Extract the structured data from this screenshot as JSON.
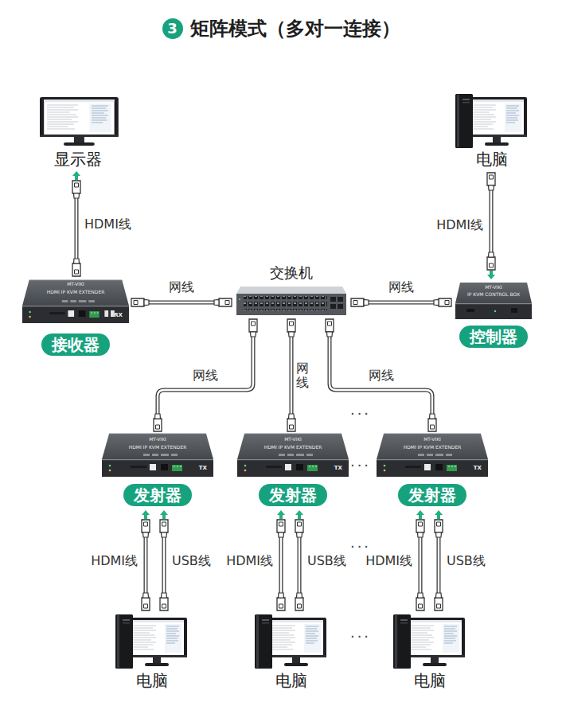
{
  "diagram": {
    "title": "矩阵模式（多对一连接）",
    "nodes": [
      {
        "text": [
          "显示器"
        ]
      },
      {
        "text": [
          "电脑"
        ]
      },
      {
        "text": [
          "交换机"
        ]
      },
      {
        "text": [
          "MT-VIKI",
          "HDMI IP KVM EXTENDER",
          "RX",
          "接收器"
        ]
      },
      {
        "text": [
          "MT-VIKI",
          "IP KVM CONTROL BOX",
          "控制器"
        ]
      },
      {
        "text": [
          "MT-VIKI",
          "HDMI IP KVM EXTENDER",
          "TX",
          "发射器"
        ]
      },
      {
        "text": [
          "MT-VIKI",
          "HDMI IP KVM EXTENDER",
          "TX",
          "发射器"
        ]
      },
      {
        "text": [
          "MT-VIKI",
          "HDMI IP KVM EXTENDER",
          "TX",
          "发射器"
        ]
      },
      {
        "text": [
          "电脑"
        ]
      },
      {
        "text": [
          "电脑"
        ]
      },
      {
        "text": [
          "电脑"
        ]
      }
    ],
    "edges": [
      {
        "from": 3,
        "to": 0,
        "arrow": "to",
        "label": "HDMI线"
      },
      {
        "from": 1,
        "to": 4,
        "arrow": "to",
        "label": "HDMI线"
      },
      {
        "from": 3,
        "to": 2,
        "arrow": "none",
        "label": "网线"
      },
      {
        "from": 2,
        "to": 4,
        "arrow": "none",
        "label": "网线"
      },
      {
        "from": 2,
        "to": 5,
        "arrow": "none",
        "label": "网线"
      },
      {
        "from": 2,
        "to": 6,
        "arrow": "none",
        "label": "网线"
      },
      {
        "from": 2,
        "to": 7,
        "arrow": "none",
        "label": "网线"
      },
      {
        "from": 8,
        "to": 5,
        "arrow": "to",
        "label": "HDMI线"
      },
      {
        "from": 8,
        "to": 5,
        "arrow": "to",
        "label": "USB线"
      },
      {
        "from": 9,
        "to": 6,
        "arrow": "to",
        "label": "HDMI线"
      },
      {
        "from": 9,
        "to": 6,
        "arrow": "to",
        "label": "USB线"
      },
      {
        "from": 10,
        "to": 7,
        "arrow": "to",
        "label": "HDMI线"
      },
      {
        "from": 10,
        "to": 7,
        "arrow": "to",
        "label": "USB线"
      }
    ],
    "labels": [
      "3",
      "···",
      "···",
      "···",
      "···"
    ]
  }
}
